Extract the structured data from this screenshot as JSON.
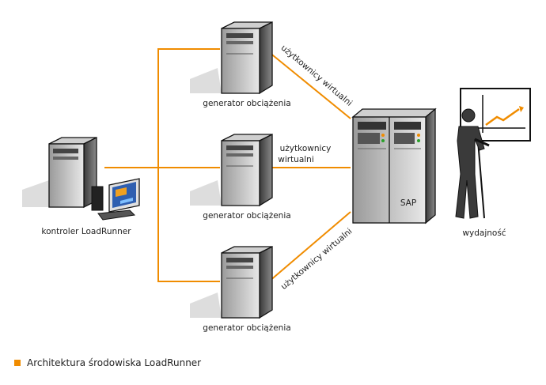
{
  "diagram": {
    "controller_label": "kontroler LoadRunner",
    "generator_top_label": "generator obciążenia",
    "generator_mid_label": "generator obciążenia",
    "generator_bot_label": "generator obciążenia",
    "link_top_label": "użytkownicy wirtualni",
    "link_mid_label_line1": "użytkownicy",
    "link_mid_label_line2": "wirtualni",
    "link_bot_label": "użytkownicy wirtualni",
    "server_label": "SAP",
    "performance_label": "wydajność"
  },
  "caption": {
    "text": "Architektura środowiska LoadRunner"
  },
  "colors": {
    "connector": "#f08c00",
    "accent": "#f08c00",
    "outline": "#111111"
  }
}
